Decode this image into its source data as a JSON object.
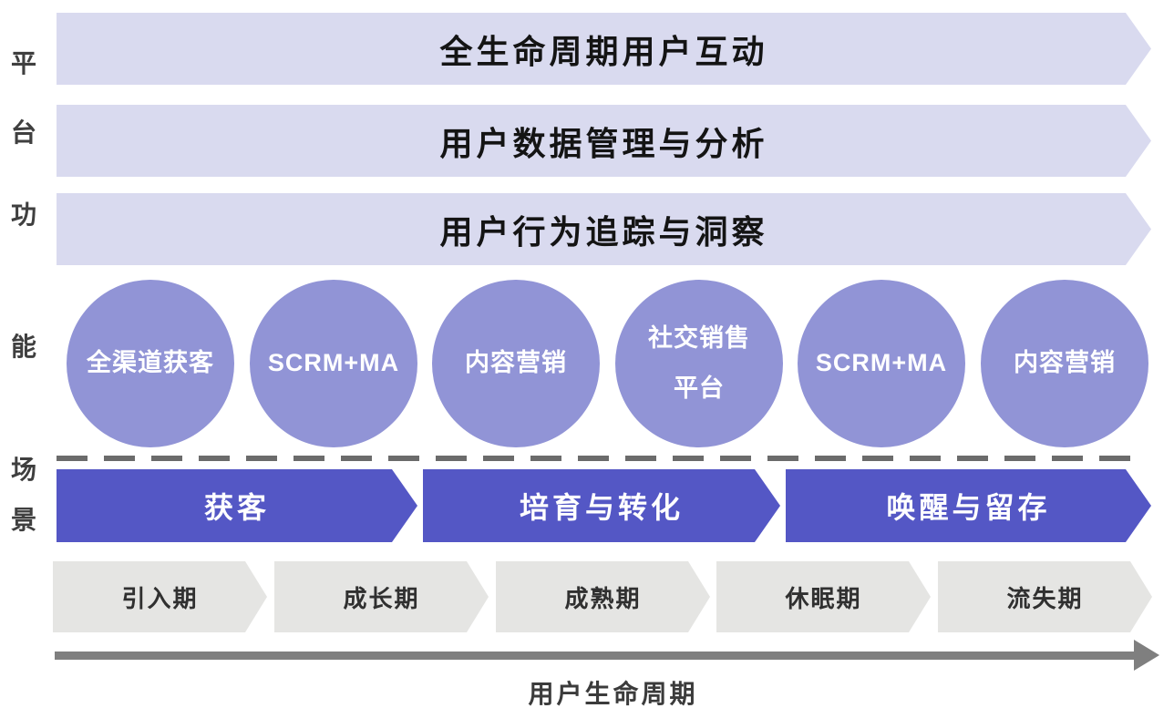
{
  "colors": {
    "band": "#d9daef",
    "circle": "#9194d6",
    "arrow": "#5457c5",
    "stage": "#e5e5e3",
    "dash": "#6b6b6b",
    "axis": "#7f7f7f"
  },
  "side_labels": {
    "platform_chars": [
      "平",
      "台",
      "功",
      "能"
    ],
    "scene_chars": [
      "场",
      "景"
    ]
  },
  "function_bars": [
    {
      "label": "全生命周期用户互动"
    },
    {
      "label": "用户数据管理与分析"
    },
    {
      "label": "用户行为追踪与洞察"
    }
  ],
  "capability_circles": [
    {
      "lines": [
        "全渠道获客"
      ]
    },
    {
      "lines": [
        "SCRM+MA"
      ]
    },
    {
      "lines": [
        "内容营销"
      ]
    },
    {
      "lines": [
        "社交销售",
        "平台"
      ]
    },
    {
      "lines": [
        "SCRM+MA"
      ]
    },
    {
      "lines": [
        "内容营销"
      ]
    }
  ],
  "scenario_arrows": [
    {
      "label": "获客"
    },
    {
      "label": "培育与转化"
    },
    {
      "label": "唤醒与留存"
    }
  ],
  "lifecycle_stages": [
    {
      "label": "引入期"
    },
    {
      "label": "成长期"
    },
    {
      "label": "成熟期"
    },
    {
      "label": "休眠期"
    },
    {
      "label": "流失期"
    }
  ],
  "timeline": {
    "label": "用户生命周期"
  }
}
